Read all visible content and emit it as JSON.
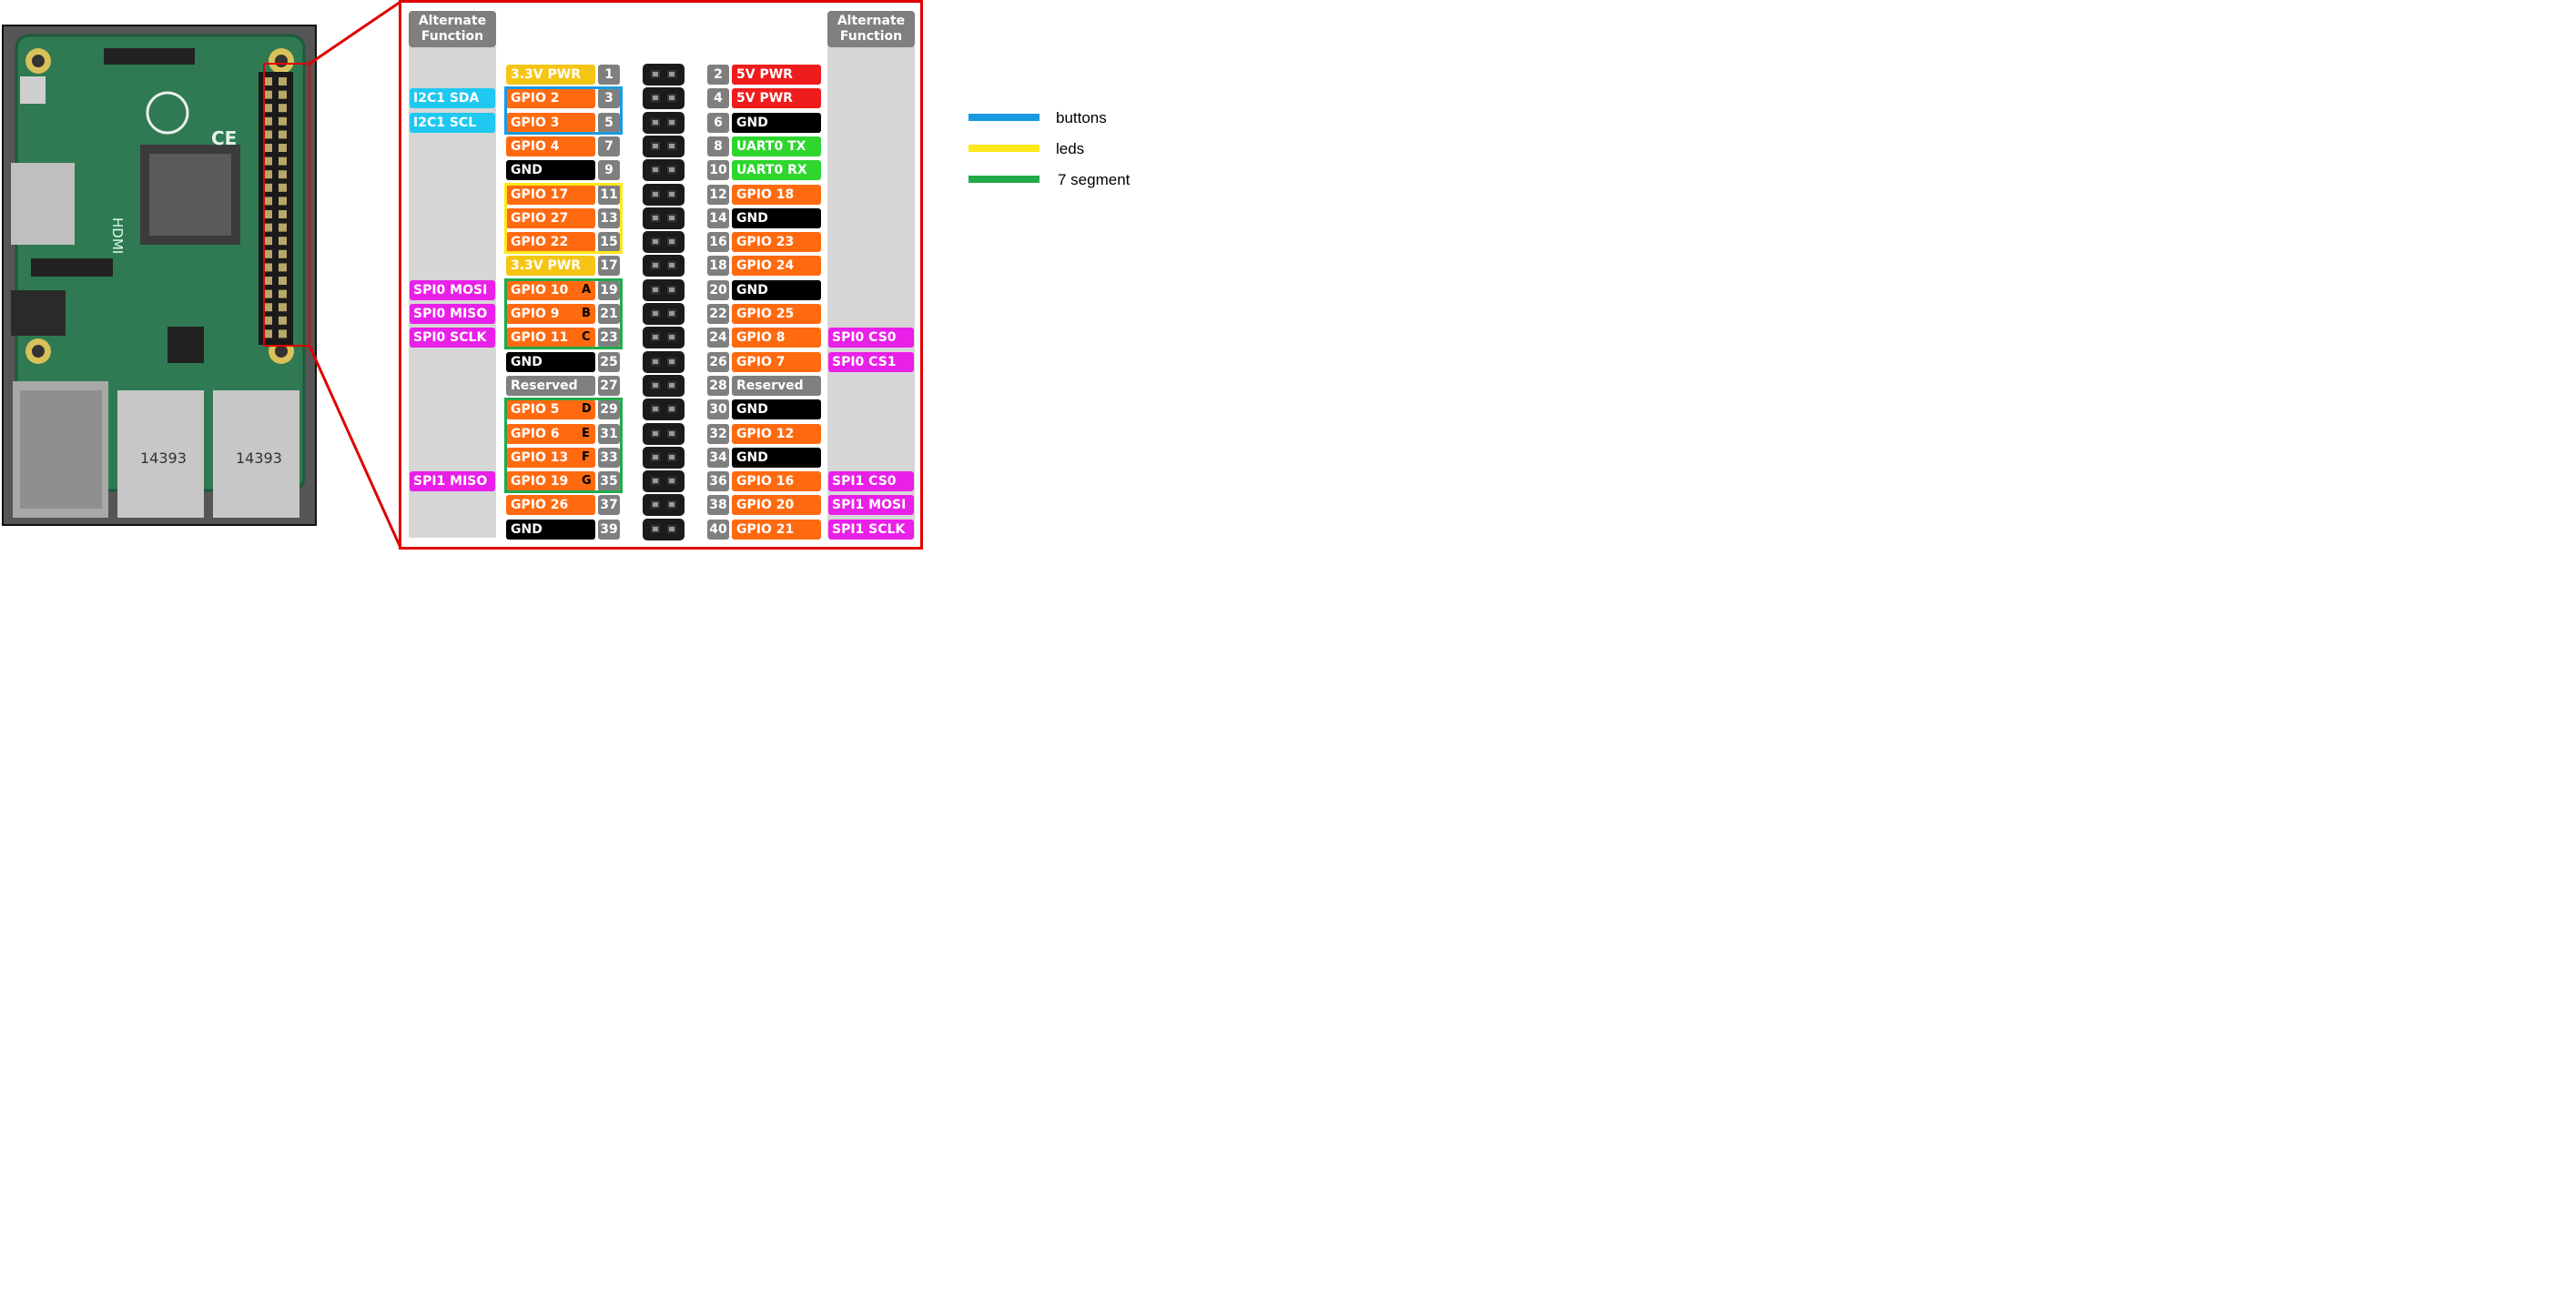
{
  "photo": {
    "silkscreen_hdmi": "HDMI",
    "silkscreen_ce": "CE",
    "usb_marking_1": "14393",
    "usb_marking_2": "14393"
  },
  "headers": {
    "left": "Alternate Function",
    "right": "Alternate Function"
  },
  "colors": {
    "power3v3": "#f5c516",
    "power5v": "#ee1c1c",
    "gpio": "#ff6a10",
    "gnd": "#000000",
    "uart": "#2ed62e",
    "reserved": "#7f7f7f",
    "i2c": "#1ec8f0",
    "spi": "#e820e8",
    "frame": "#e00000",
    "buttons": "#1a9ae0",
    "leds": "#ffe81a",
    "segment": "#22aa4a"
  },
  "left_pins": [
    {
      "num": "1",
      "label": "3.3V PWR",
      "kind": "power3v3",
      "alt": ""
    },
    {
      "num": "3",
      "label": "GPIO 2",
      "kind": "gpio",
      "alt": "I2C1 SDA",
      "alt_kind": "i2c"
    },
    {
      "num": "5",
      "label": "GPIO 3",
      "kind": "gpio",
      "alt": "I2C1 SCL",
      "alt_kind": "i2c"
    },
    {
      "num": "7",
      "label": "GPIO 4",
      "kind": "gpio",
      "alt": ""
    },
    {
      "num": "9",
      "label": "GND",
      "kind": "gnd",
      "alt": ""
    },
    {
      "num": "11",
      "label": "GPIO 17",
      "kind": "gpio",
      "alt": ""
    },
    {
      "num": "13",
      "label": "GPIO 27",
      "kind": "gpio",
      "alt": ""
    },
    {
      "num": "15",
      "label": "GPIO 22",
      "kind": "gpio",
      "alt": ""
    },
    {
      "num": "17",
      "label": "3.3V PWR",
      "kind": "power3v3",
      "alt": ""
    },
    {
      "num": "19",
      "label": "GPIO 10",
      "kind": "gpio",
      "alt": "SPI0 MOSI",
      "alt_kind": "spi",
      "seg": "A"
    },
    {
      "num": "21",
      "label": "GPIO 9",
      "kind": "gpio",
      "alt": "SPI0 MISO",
      "alt_kind": "spi",
      "seg": "B"
    },
    {
      "num": "23",
      "label": "GPIO 11",
      "kind": "gpio",
      "alt": "SPI0 SCLK",
      "alt_kind": "spi",
      "seg": "C"
    },
    {
      "num": "25",
      "label": "GND",
      "kind": "gnd",
      "alt": ""
    },
    {
      "num": "27",
      "label": "Reserved",
      "kind": "reserved",
      "alt": ""
    },
    {
      "num": "29",
      "label": "GPIO 5",
      "kind": "gpio",
      "alt": "",
      "seg": "D"
    },
    {
      "num": "31",
      "label": "GPIO 6",
      "kind": "gpio",
      "alt": "",
      "seg": "E"
    },
    {
      "num": "33",
      "label": "GPIO 13",
      "kind": "gpio",
      "alt": "",
      "seg": "F"
    },
    {
      "num": "35",
      "label": "GPIO 19",
      "kind": "gpio",
      "alt": "SPI1 MISO",
      "alt_kind": "spi",
      "seg": "G"
    },
    {
      "num": "37",
      "label": "GPIO 26",
      "kind": "gpio",
      "alt": ""
    },
    {
      "num": "39",
      "label": "GND",
      "kind": "gnd",
      "alt": ""
    }
  ],
  "right_pins": [
    {
      "num": "2",
      "label": "5V PWR",
      "kind": "power5v",
      "alt": ""
    },
    {
      "num": "4",
      "label": "5V PWR",
      "kind": "power5v",
      "alt": ""
    },
    {
      "num": "6",
      "label": "GND",
      "kind": "gnd",
      "alt": ""
    },
    {
      "num": "8",
      "label": "UART0 TX",
      "kind": "uart",
      "alt": ""
    },
    {
      "num": "10",
      "label": "UART0 RX",
      "kind": "uart",
      "alt": ""
    },
    {
      "num": "12",
      "label": "GPIO 18",
      "kind": "gpio",
      "alt": ""
    },
    {
      "num": "14",
      "label": "GND",
      "kind": "gnd",
      "alt": ""
    },
    {
      "num": "16",
      "label": "GPIO 23",
      "kind": "gpio",
      "alt": ""
    },
    {
      "num": "18",
      "label": "GPIO 24",
      "kind": "gpio",
      "alt": ""
    },
    {
      "num": "20",
      "label": "GND",
      "kind": "gnd",
      "alt": ""
    },
    {
      "num": "22",
      "label": "GPIO 25",
      "kind": "gpio",
      "alt": ""
    },
    {
      "num": "24",
      "label": "GPIO 8",
      "kind": "gpio",
      "alt": "SPI0 CS0",
      "alt_kind": "spi"
    },
    {
      "num": "26",
      "label": "GPIO 7",
      "kind": "gpio",
      "alt": "SPI0 CS1",
      "alt_kind": "spi"
    },
    {
      "num": "28",
      "label": "Reserved",
      "kind": "reserved",
      "alt": ""
    },
    {
      "num": "30",
      "label": "GND",
      "kind": "gnd",
      "alt": ""
    },
    {
      "num": "32",
      "label": "GPIO 12",
      "kind": "gpio",
      "alt": ""
    },
    {
      "num": "34",
      "label": "GND",
      "kind": "gnd",
      "alt": ""
    },
    {
      "num": "36",
      "label": "GPIO 16",
      "kind": "gpio",
      "alt": "SPI1 CS0",
      "alt_kind": "spi"
    },
    {
      "num": "38",
      "label": "GPIO 20",
      "kind": "gpio",
      "alt": "SPI1 MOSI",
      "alt_kind": "spi"
    },
    {
      "num": "40",
      "label": "GPIO 21",
      "kind": "gpio",
      "alt": "SPI1 SCLK",
      "alt_kind": "spi"
    }
  ],
  "legend": [
    {
      "label": "buttons",
      "color": "#1a9ae0"
    },
    {
      "label": "leds",
      "color": "#ffe81a"
    },
    {
      "label": "7 segment",
      "color": "#22aa4a"
    }
  ]
}
